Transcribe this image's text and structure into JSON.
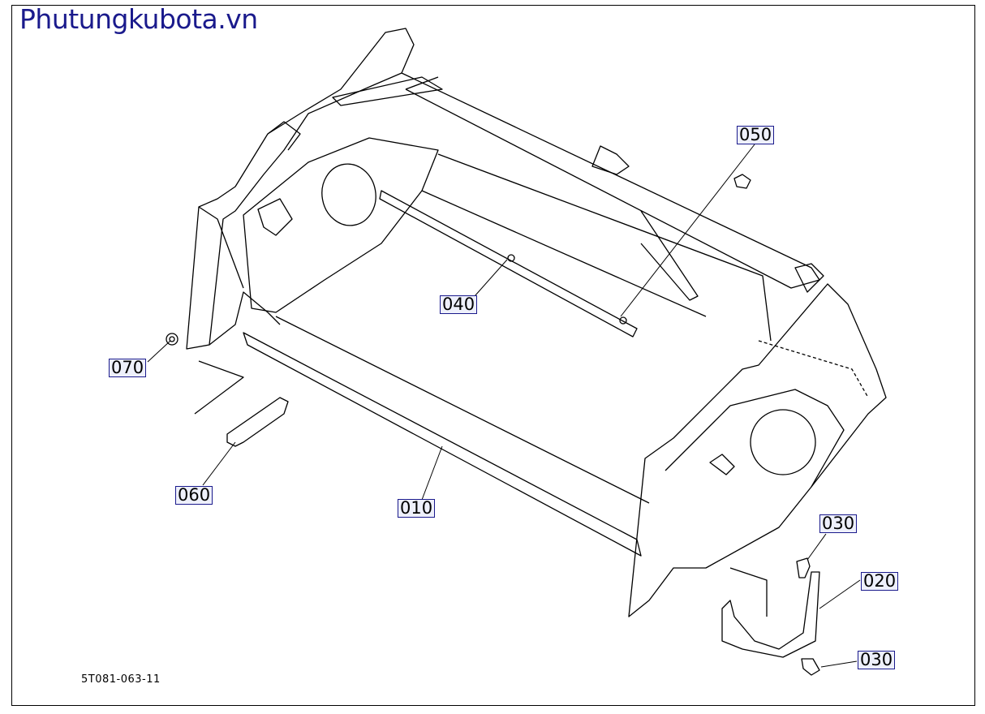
{
  "site_title": "Phutungkubota.vn",
  "drawing_number": "5T081-063-11",
  "colors": {
    "title": "#1a1a8c",
    "callout_border": "#1a1a8c",
    "callout_fill": "#eef0fb",
    "line": "#000000"
  },
  "callouts": [
    {
      "id": "050",
      "label": "050"
    },
    {
      "id": "040",
      "label": "040"
    },
    {
      "id": "070",
      "label": "070"
    },
    {
      "id": "060",
      "label": "060"
    },
    {
      "id": "010",
      "label": "010"
    },
    {
      "id": "030a",
      "label": "030"
    },
    {
      "id": "020",
      "label": "020"
    },
    {
      "id": "030b",
      "label": "030"
    }
  ]
}
